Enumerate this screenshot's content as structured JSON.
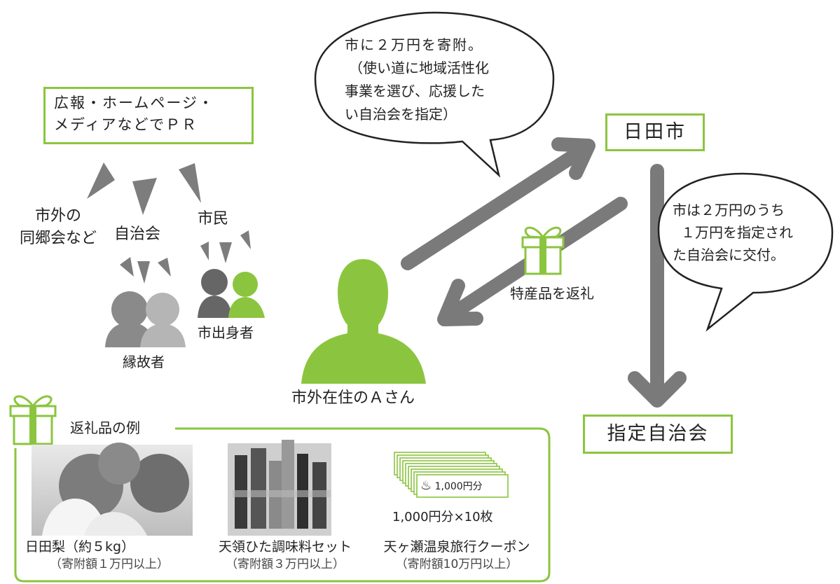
{
  "colors": {
    "green": "#8bc53f",
    "gray": "#7a7a7a",
    "dark_gray": "#666666",
    "text": "#222222"
  },
  "pr_box": {
    "line1": "広報・ホームページ・",
    "line2": "メディアなどでＰＲ"
  },
  "groups": {
    "kyodokai_line1": "市外の",
    "kyodokai_line2": "同郷会など",
    "jichikai": "自治会",
    "shimin": "市民",
    "enkosha": "縁故者",
    "shusshinsha": "市出身者"
  },
  "person_a": {
    "label": "市外在住のＡさん"
  },
  "bubble_left": {
    "line1": "市に２万円を寄附。",
    "line2": "（使い道に地域活性化",
    "line3": "事業を選び、応援した",
    "line4": "い自治会を指定）"
  },
  "city": {
    "label": "日田市"
  },
  "bubble_right": {
    "line1": "市は２万円のうち",
    "line2": "１万円を指定され",
    "line3": "た自治会に交付。"
  },
  "gift_return": {
    "label": "特産品を返礼"
  },
  "designated": {
    "label": "指定自治会"
  },
  "examples": {
    "title": "返礼品の例",
    "items": [
      {
        "name": "日田梨（約５kg）",
        "amount": "（寄附額１万円以上）",
        "image": "pears-photo"
      },
      {
        "name": "天領ひた調味料セット",
        "amount": "（寄附額３万円以上）",
        "image": "seasoning-set-photo"
      },
      {
        "name": "天ヶ瀬温泉旅行クーポン",
        "amount": "（寄附額10万円以上）",
        "image": "onsen-coupon-icon"
      }
    ],
    "coupon_face": "1,000円分",
    "coupon_count": "1,000円分×10枚",
    "onsen_mark": "♨"
  }
}
